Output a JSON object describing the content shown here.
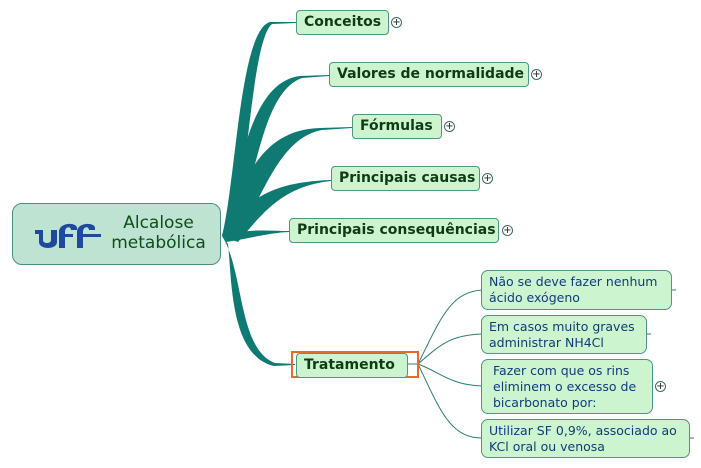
{
  "root": {
    "title_line1": "Alcalose",
    "title_line2": "metabólica",
    "logo": "uff",
    "logo_color": "#1d4a9c"
  },
  "topics": [
    {
      "label": "Conceitos",
      "collapsed": true
    },
    {
      "label": "Valores de normalidade",
      "collapsed": true
    },
    {
      "label": "Fórmulas",
      "collapsed": true
    },
    {
      "label": "Principais causas",
      "collapsed": true
    },
    {
      "label": "Principais consequências",
      "collapsed": true
    },
    {
      "label": "Tratamento",
      "collapsed": false,
      "selected": true
    }
  ],
  "tratamento_subtopics": [
    {
      "line1": "Não se deve fazer nenhum",
      "line2": "ácido exógeno"
    },
    {
      "line1": "Em casos muito graves",
      "line2": "administrar NH4Cl"
    },
    {
      "line1": "Fazer com que os rins",
      "line2": "eliminem o excesso de",
      "line3": "bicarbonato por:",
      "collapsed": true
    },
    {
      "line1": "Utilizar SF 0,9%, associado ao",
      "line2": "KCl oral ou venosa"
    }
  ],
  "icons": {
    "expand": "plus-circle-icon"
  },
  "colors": {
    "branch": "#0e7a72",
    "topic_bg": "#ccf5cf",
    "root_bg": "#bfe3d3",
    "selection": "#e06f2b"
  }
}
